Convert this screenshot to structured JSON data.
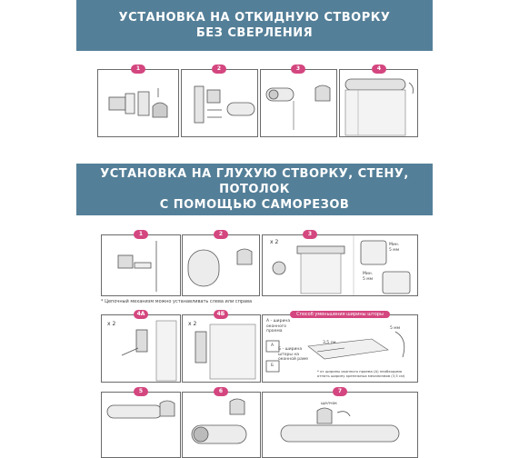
{
  "top_title": {
    "line1": "УСТАНОВКА НА ОТКИДНУЮ СТВОРКУ",
    "line2": "БЕЗ СВЕРЛЕНИЯ"
  },
  "mid_title": {
    "line1": "УСТАНОВКА НА ГЛУХУЮ СТВОРКУ, СТЕНУ, ПОТОЛОК",
    "line2": "С ПОМОЩЬЮ САМОРЕЗОВ"
  },
  "top_steps": [
    "1",
    "2",
    "3",
    "4"
  ],
  "mid_steps": [
    "1",
    "2",
    "3"
  ],
  "bottom_steps": [
    "4А",
    "4Б",
    "5",
    "6",
    "7"
  ],
  "note_chain": "* Цепочный механизм можно устанавливать слева или справа",
  "pink_header": "Способ уменьшения ширины шторы",
  "qty": "x 2",
  "min_label": "Мин.",
  "min_value": "5 мм",
  "option_a": "А - ширина оконного проема",
  "option_b": "Б - ширина шторы на оконной раме",
  "label_a": "А",
  "label_b": "Б",
  "measure_value": "3,5 см",
  "footnote": "* от ширины оконного проема (А) необходимо отнять ширину крепежных механизмов (3,5 см)",
  "snap_label": "щелчок",
  "colors": {
    "banner": "#547f98",
    "step_badge": "#d4467f"
  }
}
